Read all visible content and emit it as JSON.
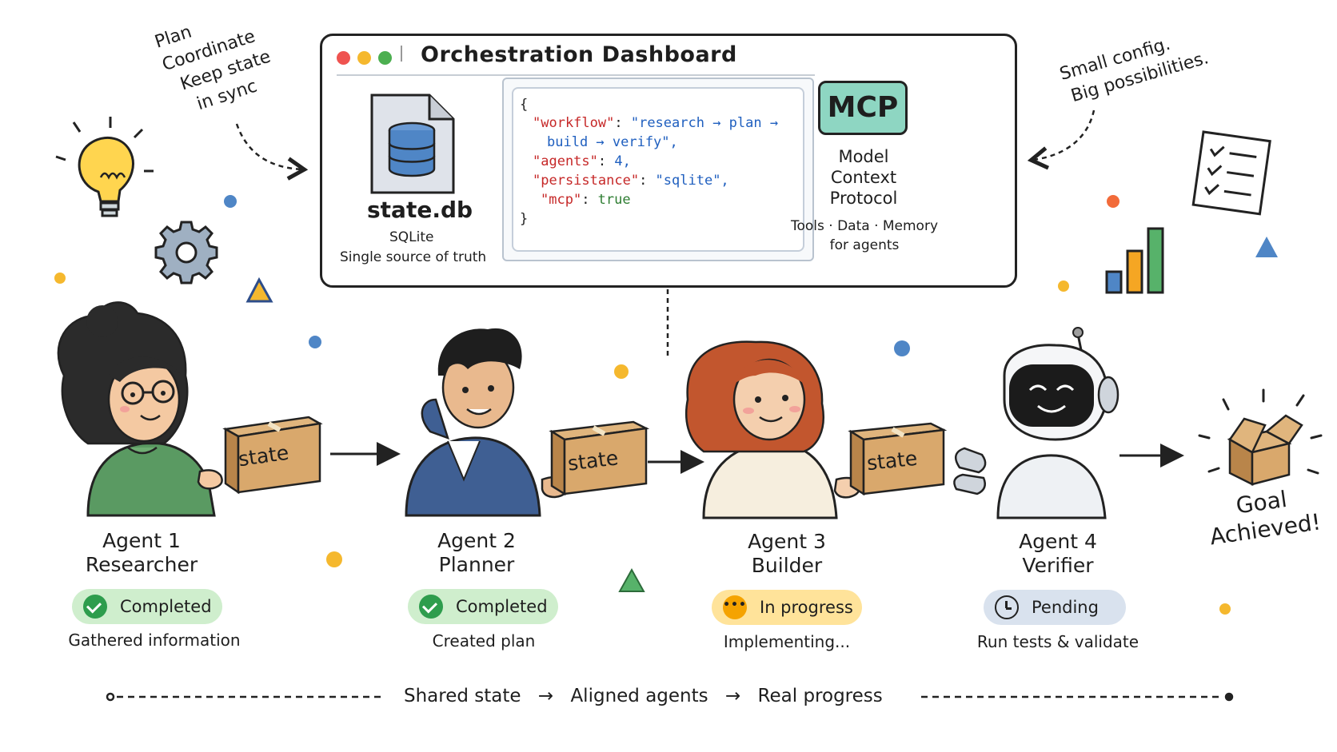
{
  "dashboard": {
    "title": "Orchestration Dashboard",
    "window_dots": [
      "#ef5350",
      "#f5b82e",
      "#4caf50"
    ],
    "db_file_name": "state.db",
    "db_engine": "SQLite",
    "db_caption": "Single source of truth",
    "config_lines": [
      {
        "key": "\"workflow\"",
        "sep": ": ",
        "value": "\"research → plan →"
      },
      {
        "key": "",
        "sep": "",
        "value": "build → verify\","
      },
      {
        "key": "\"agents\"",
        "sep": ": ",
        "value": "4,"
      },
      {
        "key": "\"persistance\"",
        "sep": ": ",
        "value": "\"sqlite\","
      },
      {
        "key": "\"mcp\"",
        "sep": ": ",
        "value": "true"
      }
    ],
    "brace_open": "{",
    "brace_close": "}",
    "mcp_badge": "MCP",
    "mcp_name_lines": [
      "Model",
      "Context",
      "Protocol"
    ],
    "mcp_caption_lines": [
      "Tools · Data · Memory",
      "for agents"
    ]
  },
  "notes": {
    "left_lines": [
      "Plan",
      "Coordinate",
      "Keep state",
      "in sync"
    ],
    "right_lines": [
      "Small config.",
      "Big possibilities."
    ]
  },
  "handoff_label": "state",
  "agents": [
    {
      "name": "Agent 1",
      "role": "Researcher",
      "status": "Completed",
      "status_kind": "done",
      "desc": "Gathered information"
    },
    {
      "name": "Agent 2",
      "role": "Planner",
      "status": "Completed",
      "status_kind": "done",
      "desc": "Created plan"
    },
    {
      "name": "Agent 3",
      "role": "Builder",
      "status": "In progress",
      "status_kind": "prog",
      "desc": "Implementing..."
    },
    {
      "name": "Agent 4",
      "role": "Verifier",
      "status": "Pending",
      "status_kind": "pend",
      "desc": "Run tests & validate"
    }
  ],
  "goal_lines": [
    "Goal",
    "Achieved!"
  ],
  "footer": {
    "step1": "Shared state",
    "step2": "Aligned agents",
    "step3": "Real progress",
    "arrow": "→"
  },
  "colors": {
    "box": "#d9a86c",
    "box_dark": "#b9854a",
    "mcp_badge": "#8ed6c2",
    "db_blue": "#4f86c6"
  },
  "icons": [
    "lightbulb-icon",
    "gear-icon",
    "checklist-icon",
    "bar-chart-icon",
    "database-file-icon",
    "open-box-icon"
  ]
}
